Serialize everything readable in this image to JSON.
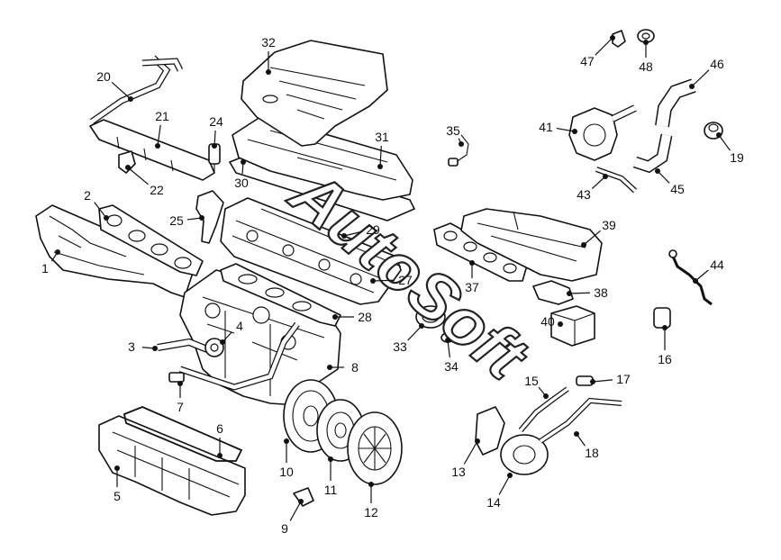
{
  "watermark": "AutoSoft",
  "callouts": [
    {
      "label": "1"
    },
    {
      "label": "2"
    },
    {
      "label": "3"
    },
    {
      "label": "4"
    },
    {
      "label": "5"
    },
    {
      "label": "6"
    },
    {
      "label": "7"
    },
    {
      "label": "8"
    },
    {
      "label": "9"
    },
    {
      "label": "10"
    },
    {
      "label": "11"
    },
    {
      "label": "12"
    },
    {
      "label": "13"
    },
    {
      "label": "14"
    },
    {
      "label": "15"
    },
    {
      "label": "16"
    },
    {
      "label": "17"
    },
    {
      "label": "18"
    },
    {
      "label": "19"
    },
    {
      "label": "20"
    },
    {
      "label": "21"
    },
    {
      "label": "22"
    },
    {
      "label": "24"
    },
    {
      "label": "25"
    },
    {
      "label": "27"
    },
    {
      "label": "28"
    },
    {
      "label": "29"
    },
    {
      "label": "30"
    },
    {
      "label": "31"
    },
    {
      "label": "32"
    },
    {
      "label": "33"
    },
    {
      "label": "34"
    },
    {
      "label": "35"
    },
    {
      "label": "37"
    },
    {
      "label": "38"
    },
    {
      "label": "39"
    },
    {
      "label": "40"
    },
    {
      "label": "41"
    },
    {
      "label": "43"
    },
    {
      "label": "44"
    },
    {
      "label": "45"
    },
    {
      "label": "46"
    },
    {
      "label": "47"
    },
    {
      "label": "48"
    }
  ]
}
